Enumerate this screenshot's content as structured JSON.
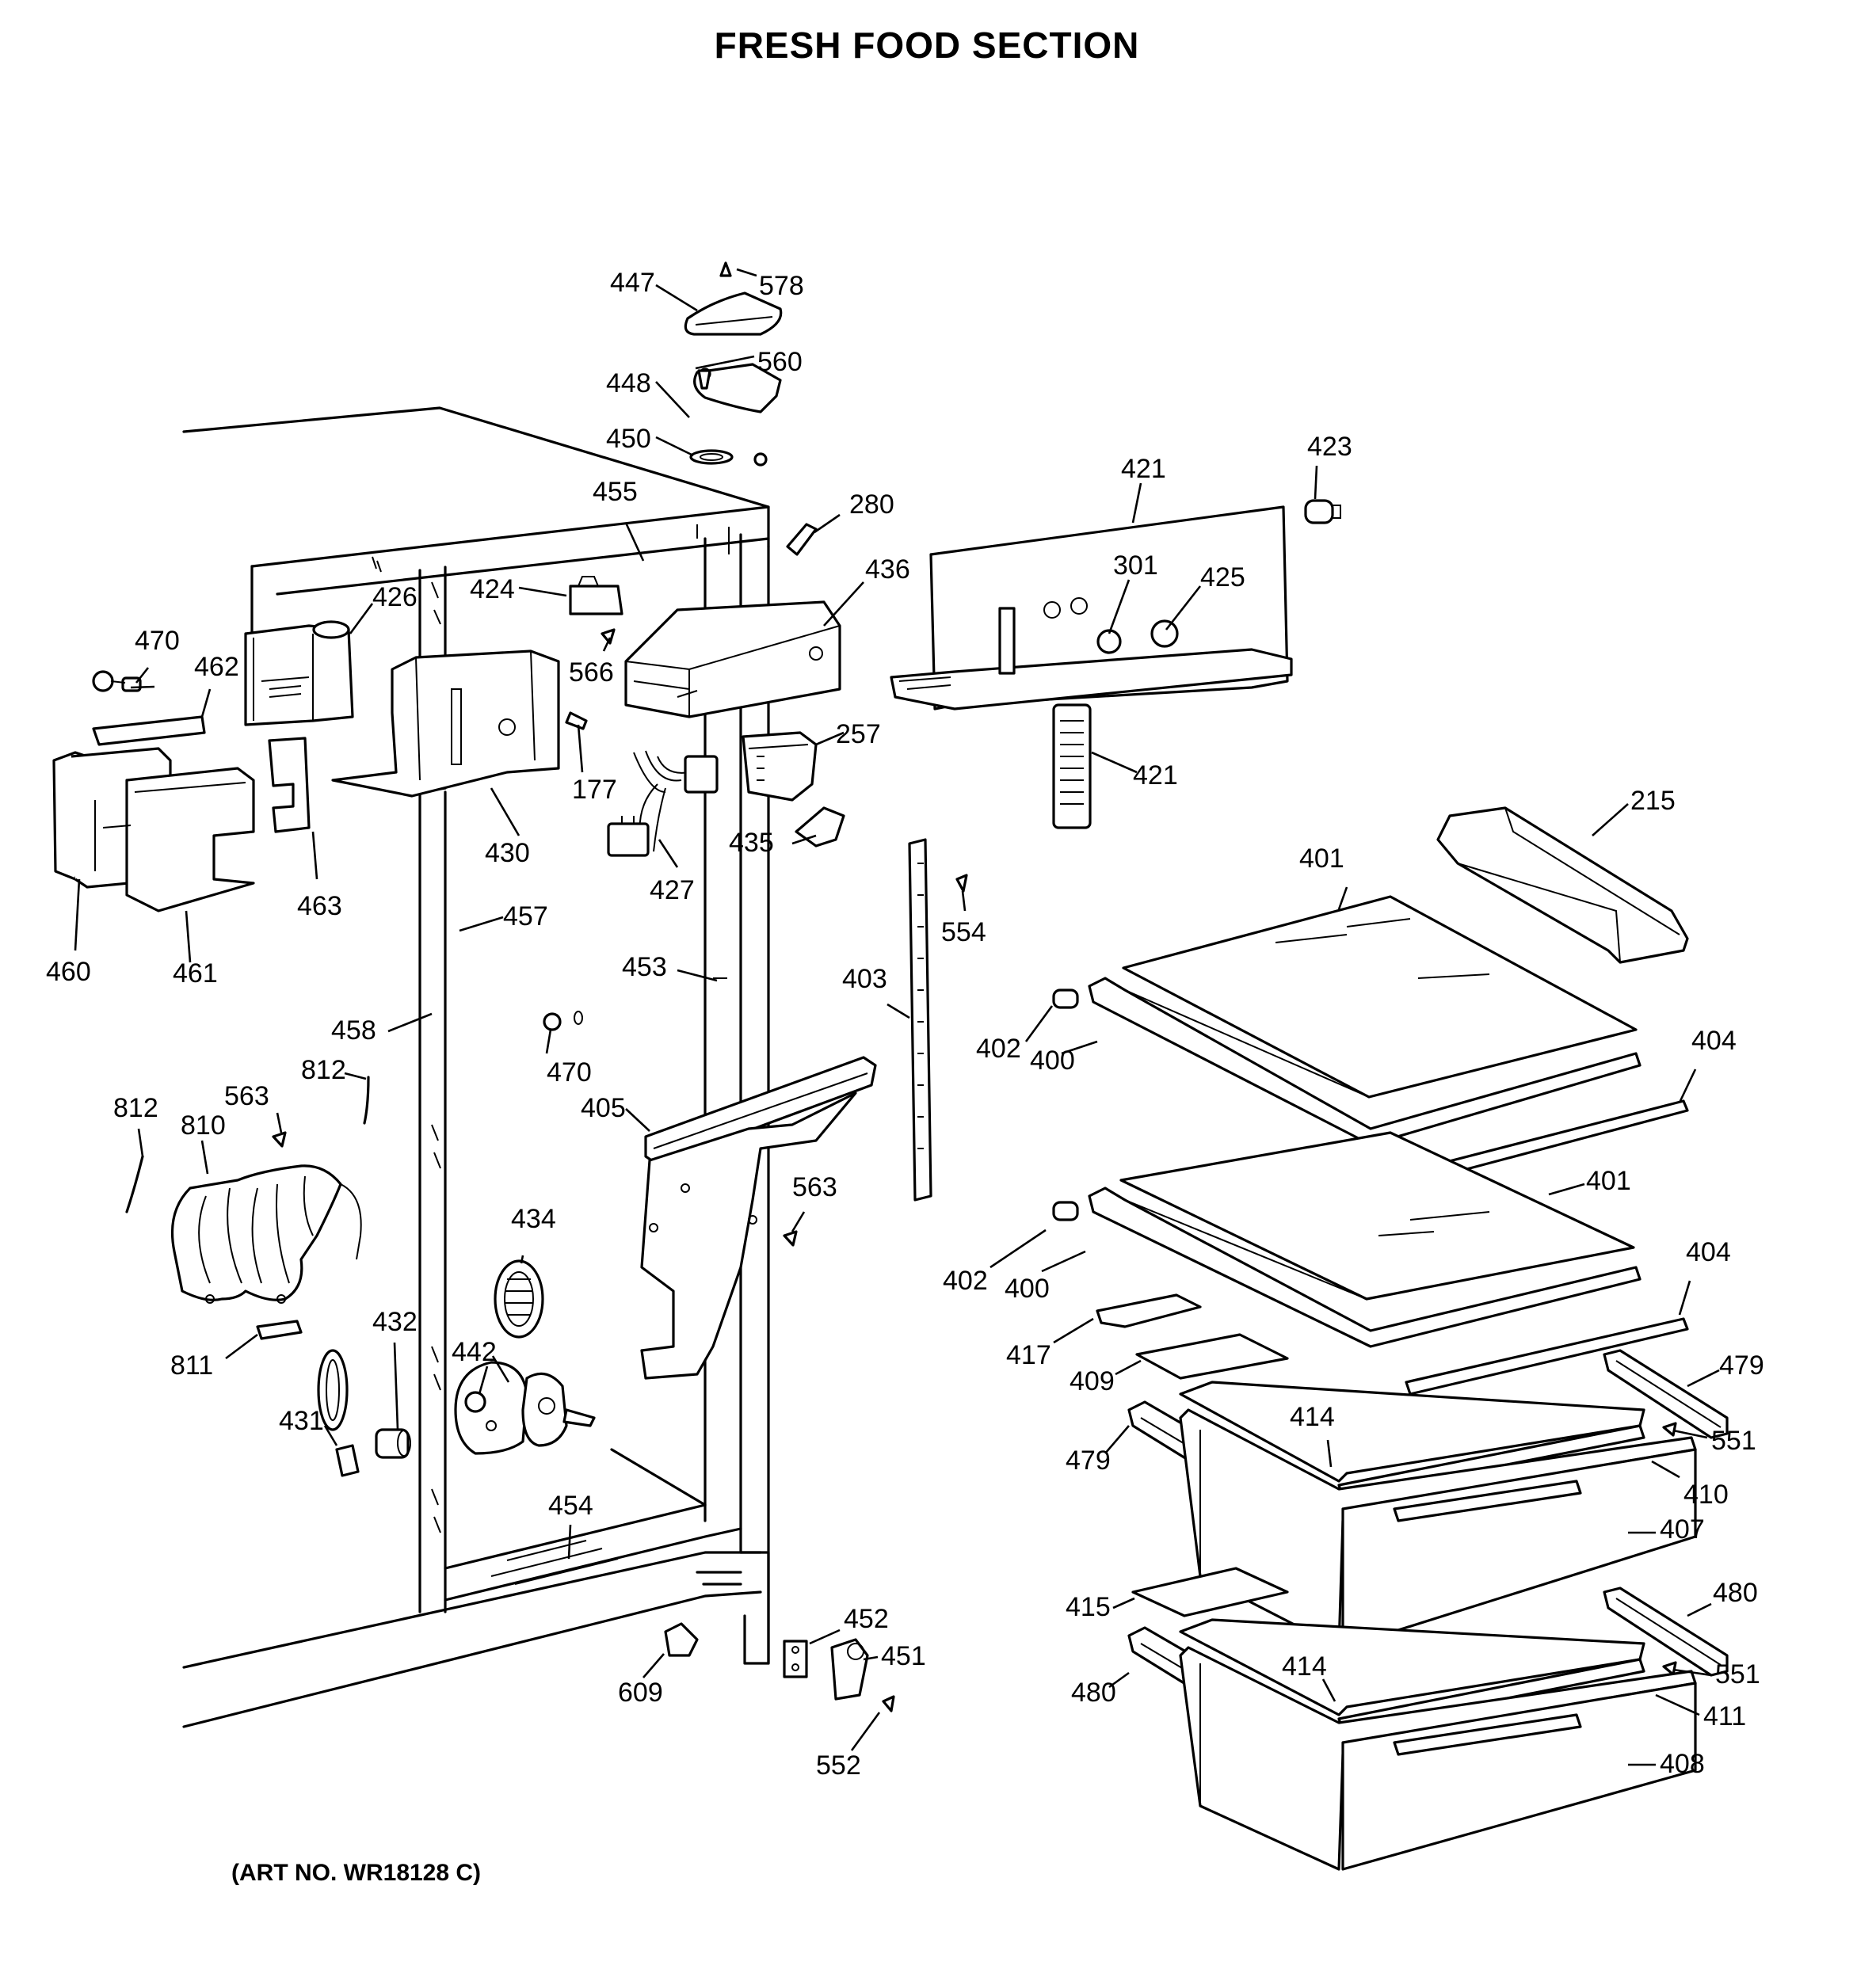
{
  "title": "FRESH FOOD SECTION",
  "art_number": "(ART NO. WR18128 C)",
  "callouts": [
    {
      "id": "c578",
      "text": "578"
    },
    {
      "id": "c447",
      "text": "447"
    },
    {
      "id": "c560",
      "text": "560"
    },
    {
      "id": "c448",
      "text": "448"
    },
    {
      "id": "c450",
      "text": "450"
    },
    {
      "id": "c423",
      "text": "423"
    },
    {
      "id": "c421a",
      "text": "421"
    },
    {
      "id": "c455",
      "text": "455"
    },
    {
      "id": "c280",
      "text": "280"
    },
    {
      "id": "c436",
      "text": "436"
    },
    {
      "id": "c301",
      "text": "301"
    },
    {
      "id": "c425",
      "text": "425"
    },
    {
      "id": "c424",
      "text": "424"
    },
    {
      "id": "c426",
      "text": "426"
    },
    {
      "id": "c470a",
      "text": "470"
    },
    {
      "id": "c462",
      "text": "462"
    },
    {
      "id": "c566",
      "text": "566"
    },
    {
      "id": "c257",
      "text": "257"
    },
    {
      "id": "c177",
      "text": "177"
    },
    {
      "id": "c421b",
      "text": "421"
    },
    {
      "id": "c215",
      "text": "215"
    },
    {
      "id": "c435",
      "text": "435"
    },
    {
      "id": "c430",
      "text": "430"
    },
    {
      "id": "c401a",
      "text": "401"
    },
    {
      "id": "c427",
      "text": "427"
    },
    {
      "id": "c463",
      "text": "463"
    },
    {
      "id": "c554",
      "text": "554"
    },
    {
      "id": "c457",
      "text": "457"
    },
    {
      "id": "c460",
      "text": "460"
    },
    {
      "id": "c461",
      "text": "461"
    },
    {
      "id": "c453",
      "text": "453"
    },
    {
      "id": "c403",
      "text": "403"
    },
    {
      "id": "c458",
      "text": "458"
    },
    {
      "id": "c404a",
      "text": "404"
    },
    {
      "id": "c402a",
      "text": "402"
    },
    {
      "id": "c400a",
      "text": "400"
    },
    {
      "id": "c812a",
      "text": "812"
    },
    {
      "id": "c470b",
      "text": "470"
    },
    {
      "id": "c563a",
      "text": "563"
    },
    {
      "id": "c812b",
      "text": "812"
    },
    {
      "id": "c405",
      "text": "405"
    },
    {
      "id": "c810",
      "text": "810"
    },
    {
      "id": "c401b",
      "text": "401"
    },
    {
      "id": "c563b",
      "text": "563"
    },
    {
      "id": "c434",
      "text": "434"
    },
    {
      "id": "c404b",
      "text": "404"
    },
    {
      "id": "c402b",
      "text": "402"
    },
    {
      "id": "c400b",
      "text": "400"
    },
    {
      "id": "c432",
      "text": "432"
    },
    {
      "id": "c417",
      "text": "417"
    },
    {
      "id": "c811",
      "text": "811"
    },
    {
      "id": "c442",
      "text": "442"
    },
    {
      "id": "c479a",
      "text": "479"
    },
    {
      "id": "c409",
      "text": "409"
    },
    {
      "id": "c431",
      "text": "431"
    },
    {
      "id": "c414a",
      "text": "414"
    },
    {
      "id": "c551a",
      "text": "551"
    },
    {
      "id": "c479b",
      "text": "479"
    },
    {
      "id": "c410",
      "text": "410"
    },
    {
      "id": "c454",
      "text": "454"
    },
    {
      "id": "c407",
      "text": "407"
    },
    {
      "id": "c480a",
      "text": "480"
    },
    {
      "id": "c415",
      "text": "415"
    },
    {
      "id": "c452",
      "text": "452"
    },
    {
      "id": "c451",
      "text": "451"
    },
    {
      "id": "c551b",
      "text": "551"
    },
    {
      "id": "c609",
      "text": "609"
    },
    {
      "id": "c414b",
      "text": "414"
    },
    {
      "id": "c480b",
      "text": "480"
    },
    {
      "id": "c411",
      "text": "411"
    },
    {
      "id": "c552",
      "text": "552"
    },
    {
      "id": "c408",
      "text": "408"
    }
  ]
}
